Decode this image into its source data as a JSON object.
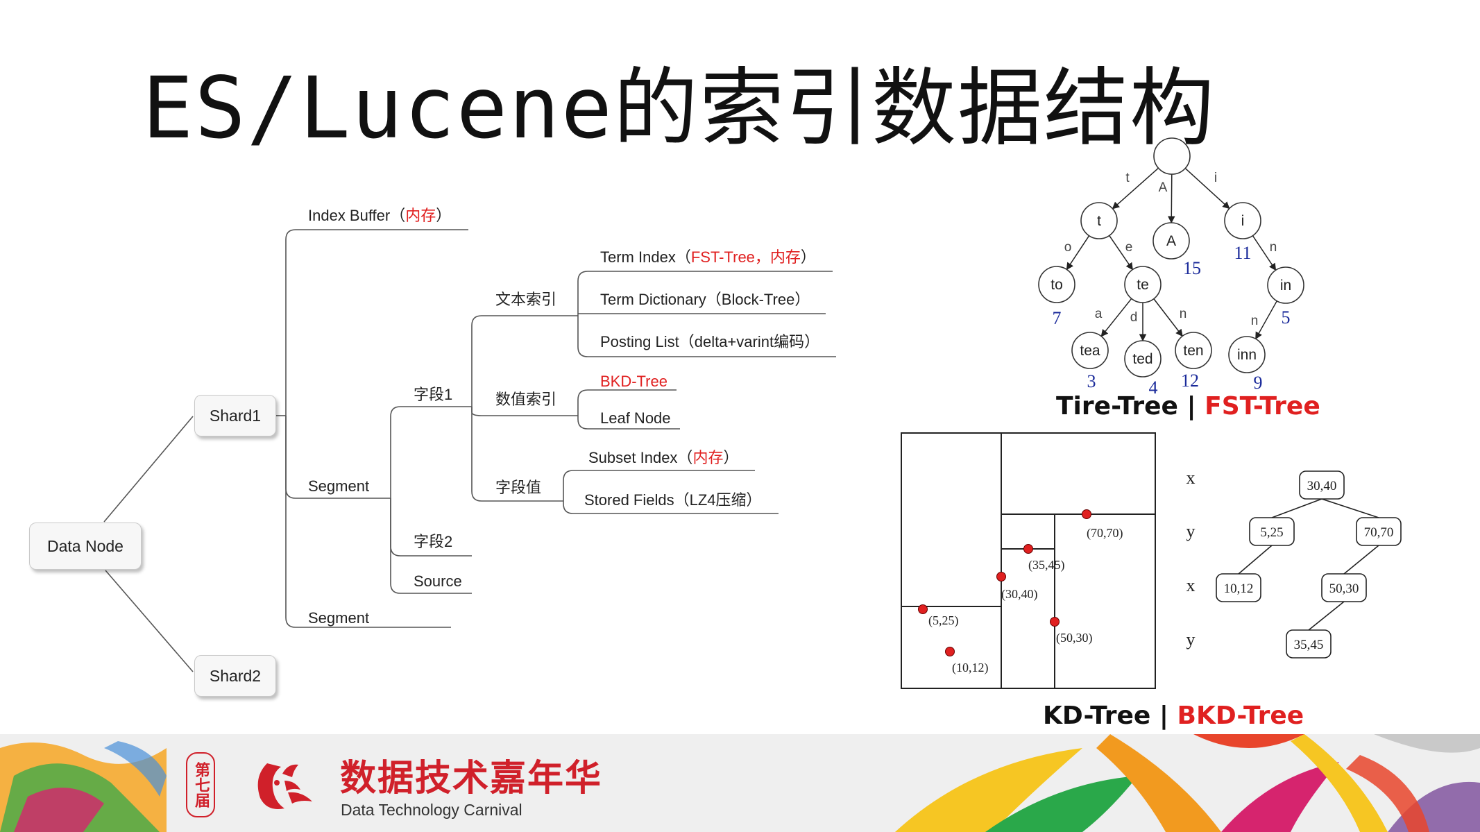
{
  "title": "ES/Lucene的索引数据结构",
  "mindmap": {
    "data_node": "Data Node",
    "shard1": "Shard1",
    "shard2": "Shard2",
    "index_buffer": "Index Buffer（",
    "index_buffer_mem": "内存",
    "index_buffer_close": "）",
    "segment1": "Segment",
    "segment2": "Segment",
    "field1": "字段1",
    "field2": "字段2",
    "source": "Source",
    "text_index": "文本索引",
    "numeric_index": "数值索引",
    "field_values": "字段值",
    "term_index_a": "Term Index（",
    "term_index_b": "FST-Tree，内存",
    "term_index_c": "）",
    "term_dict": "Term Dictionary（Block-Tree）",
    "posting_list": "Posting List（delta+varint编码）",
    "bkd_tree": "BKD-Tree",
    "leaf_node": "Leaf Node",
    "subset_index_a": "Subset Index（",
    "subset_index_b": "内存",
    "subset_index_c": "）",
    "stored_fields": "Stored Fields（LZ4压缩）"
  },
  "trie": {
    "caption_a": "Tire-Tree | ",
    "caption_b": "FST-Tree",
    "caption_a_color": "#111111",
    "caption_b_color": "#e02020",
    "number_color": "#1a2a9a",
    "nodes": [
      {
        "id": "root",
        "label": "",
        "value": ""
      },
      {
        "id": "t",
        "label": "t",
        "value": ""
      },
      {
        "id": "A",
        "label": "A",
        "value": "15"
      },
      {
        "id": "i",
        "label": "i",
        "value": "11"
      },
      {
        "id": "to",
        "label": "to",
        "value": "7"
      },
      {
        "id": "te",
        "label": "te",
        "value": ""
      },
      {
        "id": "in",
        "label": "in",
        "value": "5"
      },
      {
        "id": "tea",
        "label": "tea",
        "value": "3"
      },
      {
        "id": "ted",
        "label": "ted",
        "value": "4"
      },
      {
        "id": "ten",
        "label": "ten",
        "value": "12"
      },
      {
        "id": "inn",
        "label": "inn",
        "value": "9"
      }
    ],
    "edges": [
      {
        "from": "root",
        "to": "t",
        "label": "t"
      },
      {
        "from": "root",
        "to": "A",
        "label": "A"
      },
      {
        "from": "root",
        "to": "i",
        "label": "i"
      },
      {
        "from": "t",
        "to": "to",
        "label": "o"
      },
      {
        "from": "t",
        "to": "te",
        "label": "e"
      },
      {
        "from": "i",
        "to": "in",
        "label": "n"
      },
      {
        "from": "te",
        "to": "tea",
        "label": "a"
      },
      {
        "from": "te",
        "to": "ted",
        "label": "d"
      },
      {
        "from": "te",
        "to": "ten",
        "label": "n"
      },
      {
        "from": "in",
        "to": "inn",
        "label": "n"
      }
    ]
  },
  "kd": {
    "caption_a": "KD-Tree | ",
    "caption_b": "BKD-Tree",
    "caption_a_color": "#111111",
    "caption_b_color": "#e02020",
    "point_color": "#e02020",
    "axis_labels": [
      "x",
      "y",
      "x",
      "y"
    ],
    "points": [
      {
        "label": "(70,70)"
      },
      {
        "label": "(35,45)"
      },
      {
        "label": "(30,40)"
      },
      {
        "label": "(5,25)"
      },
      {
        "label": "(50,30)"
      },
      {
        "label": "(10,12)"
      }
    ],
    "tree_nodes": [
      {
        "id": "n3040",
        "label": "30,40"
      },
      {
        "id": "n525",
        "label": "5,25"
      },
      {
        "id": "n7070",
        "label": "70,70"
      },
      {
        "id": "n1012",
        "label": "10,12"
      },
      {
        "id": "n5030",
        "label": "50,30"
      },
      {
        "id": "n3545",
        "label": "35,45"
      }
    ],
    "tree_edges": [
      {
        "from": "n3040",
        "to": "n525"
      },
      {
        "from": "n3040",
        "to": "n7070"
      },
      {
        "from": "n525",
        "to": "n1012"
      },
      {
        "from": "n7070",
        "to": "n5030"
      },
      {
        "from": "n5030",
        "to": "n3545"
      }
    ]
  },
  "footer": {
    "badge": "第七届",
    "brand_cn": "数据技术嘉年华",
    "brand_en": "Data Technology Carnival",
    "brand_color": "#d0202a"
  }
}
